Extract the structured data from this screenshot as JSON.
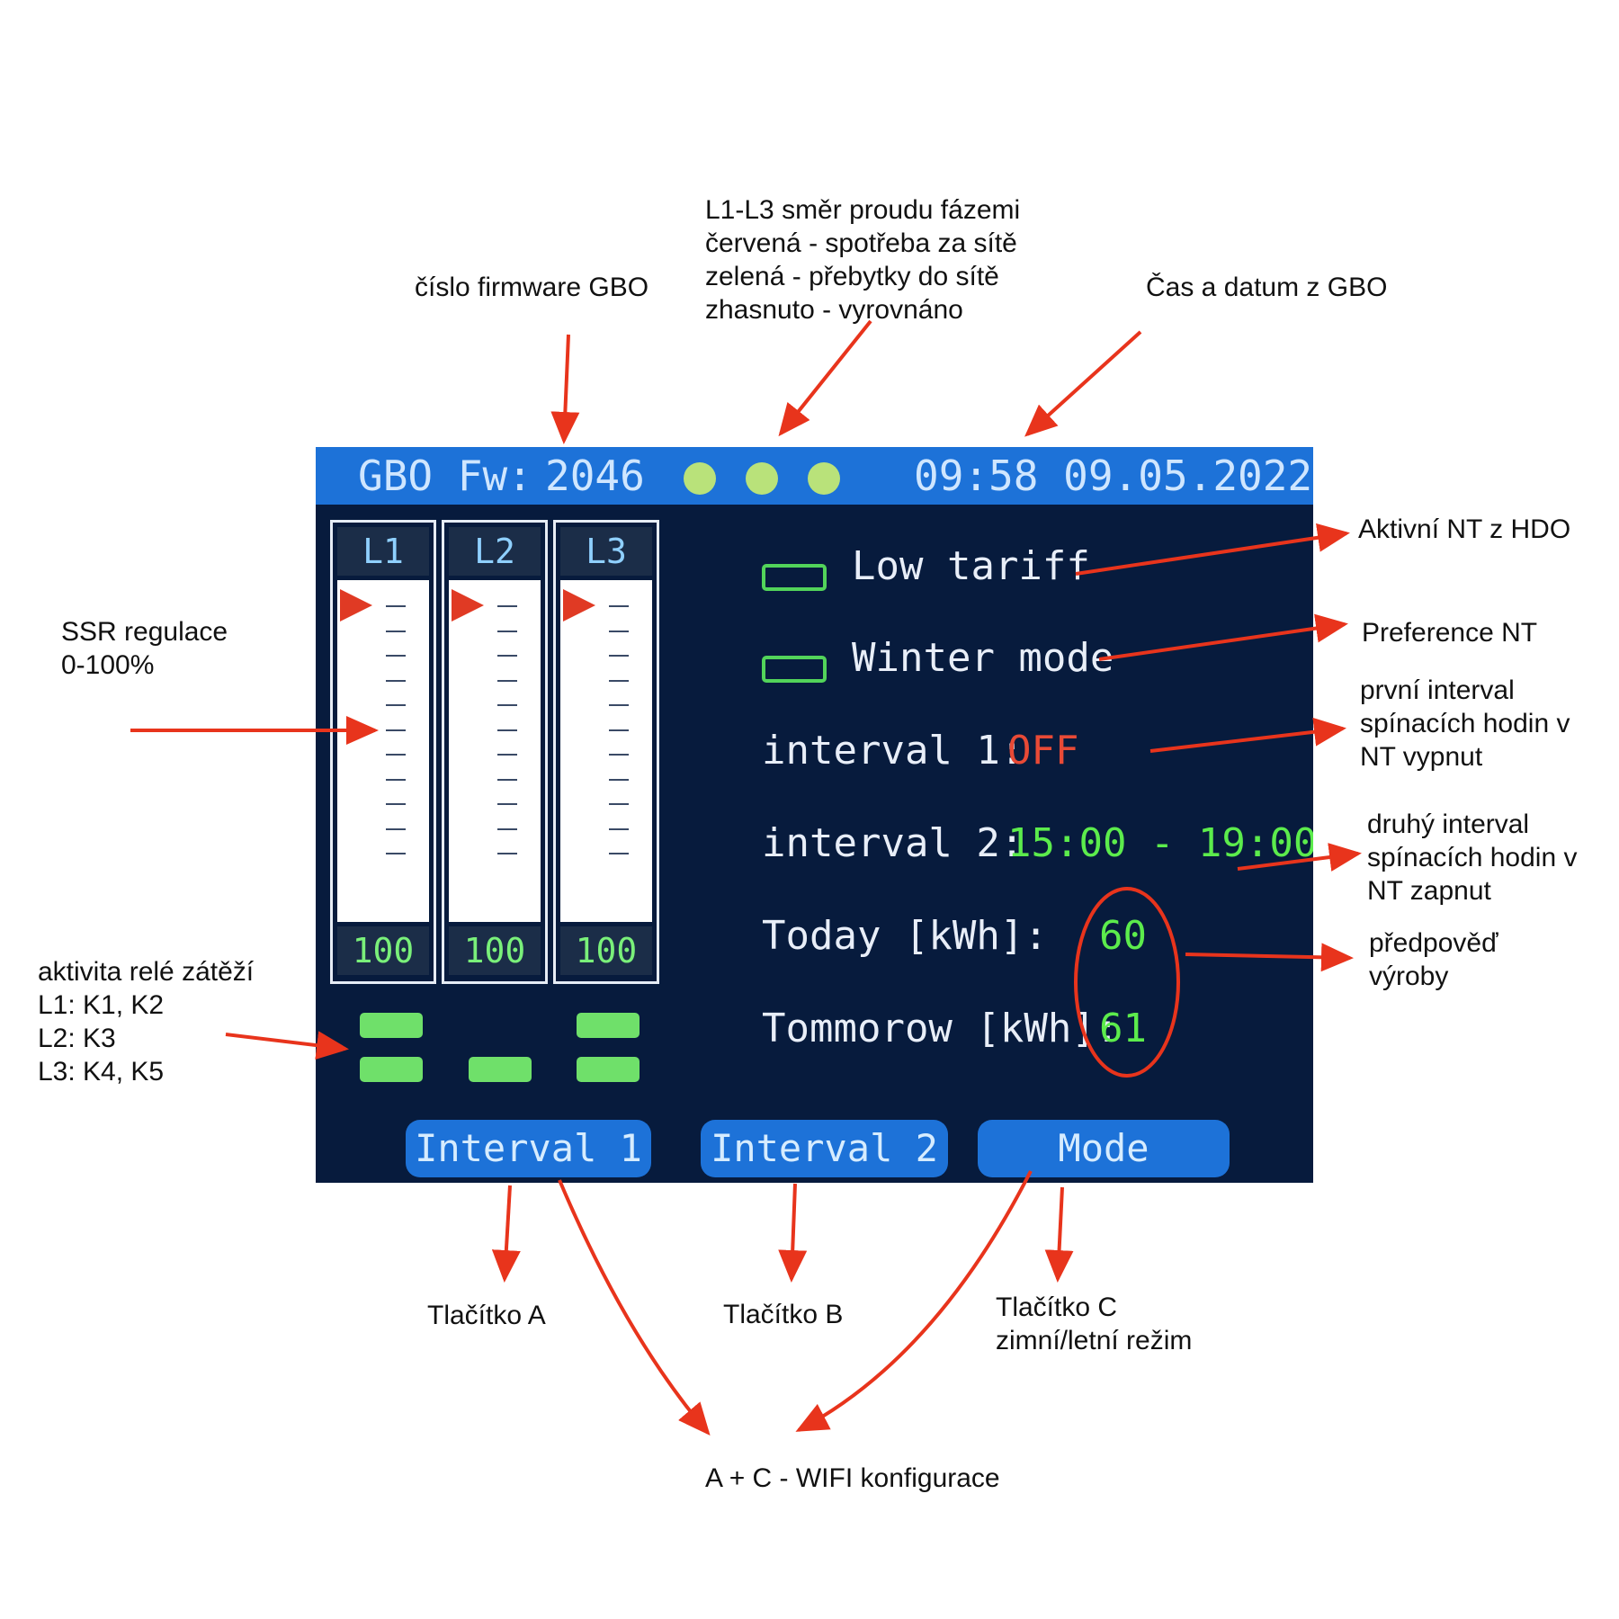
{
  "screen": {
    "firmware_label": "GBO Fw:",
    "firmware_version": "2046",
    "datetime": "09:58 09.05.2022",
    "phase_indicators": [
      {
        "phase": "L1",
        "color": "#b9e27a"
      },
      {
        "phase": "L2",
        "color": "#b9e27a"
      },
      {
        "phase": "L3",
        "color": "#b9e27a"
      }
    ],
    "ssr_bars": [
      {
        "label": "L1",
        "value": "100",
        "level": 1.0
      },
      {
        "label": "L2",
        "value": "100",
        "level": 1.0
      },
      {
        "label": "L3",
        "value": "100",
        "level": 1.0
      }
    ],
    "relays": [
      {
        "phase": "L1",
        "relays": [
          "K1",
          "K2"
        ]
      },
      {
        "phase": "L2",
        "relays": [
          "K3"
        ]
      },
      {
        "phase": "L3",
        "relays": [
          "K4",
          "K5"
        ]
      }
    ],
    "low_tariff_label": "Low tariff",
    "winter_mode_label": "Winter mode",
    "interval1_label": "interval 1:",
    "interval1_value": "OFF",
    "interval2_label": "interval 2:",
    "interval2_value": "15:00 - 19:00",
    "today_label": "Today [kWh]:",
    "today_value": "60",
    "tomorrow_label": "Tommorow [kWh]:",
    "tomorrow_value": "61",
    "buttons": {
      "interval1": "Interval 1",
      "interval2": "Interval 2",
      "mode": "Mode"
    },
    "colors": {
      "bar": "#1d72d8",
      "background": "#071b3d",
      "off": "#e84a36",
      "on": "#5cec4c",
      "arrow": "#e8341c"
    }
  },
  "annotations": {
    "firmware": "číslo firmware GBO",
    "phases": [
      "L1-L3 směr proudu fázemi",
      "červená - spotřeba za sítě",
      "zelená - přebytky do sítě",
      "zhasnuto - vyrovnáno"
    ],
    "datetime": "Čas a datum z GBO",
    "low_tariff": "Aktivní NT z HDO",
    "winter_mode": "Preference NT",
    "interval1": [
      "první interval",
      "spínacích hodin v",
      "NT vypnut"
    ],
    "interval2": [
      "druhý interval",
      "spínacích hodin v",
      "NT zapnut"
    ],
    "forecast": [
      "předpověď",
      "výroby"
    ],
    "ssr": [
      "SSR regulace",
      "0-100%"
    ],
    "relays": [
      "aktivita relé zátěží",
      "L1:  K1, K2",
      "L2: K3",
      "L3: K4, K5"
    ],
    "button_a": "Tlačítko A",
    "button_b": "Tlačítko B",
    "button_c": [
      "Tlačítko C",
      "zimní/letní režim"
    ],
    "wifi": "A + C - WIFI konfigurace"
  }
}
